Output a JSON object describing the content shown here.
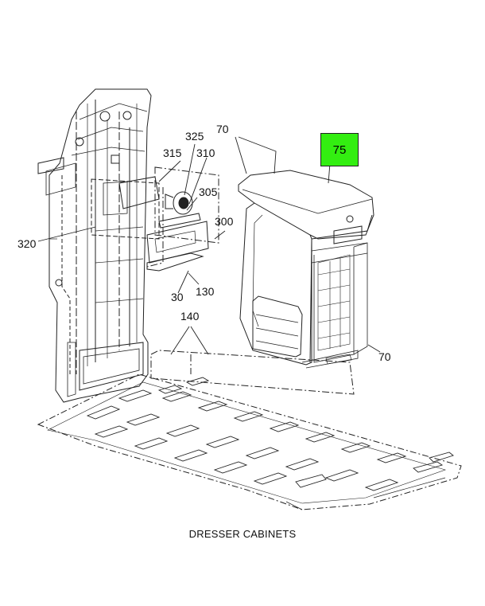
{
  "title": "DRESSER CABINETS",
  "highlight_color": "#33ee11",
  "callouts": {
    "c75": "75",
    "c70_top": "70",
    "c325": "325",
    "c315": "315",
    "c310": "310",
    "c305": "305",
    "c300": "300",
    "c320": "320",
    "c30": "30",
    "c130": "130",
    "c140": "140",
    "c70_right": "70"
  }
}
